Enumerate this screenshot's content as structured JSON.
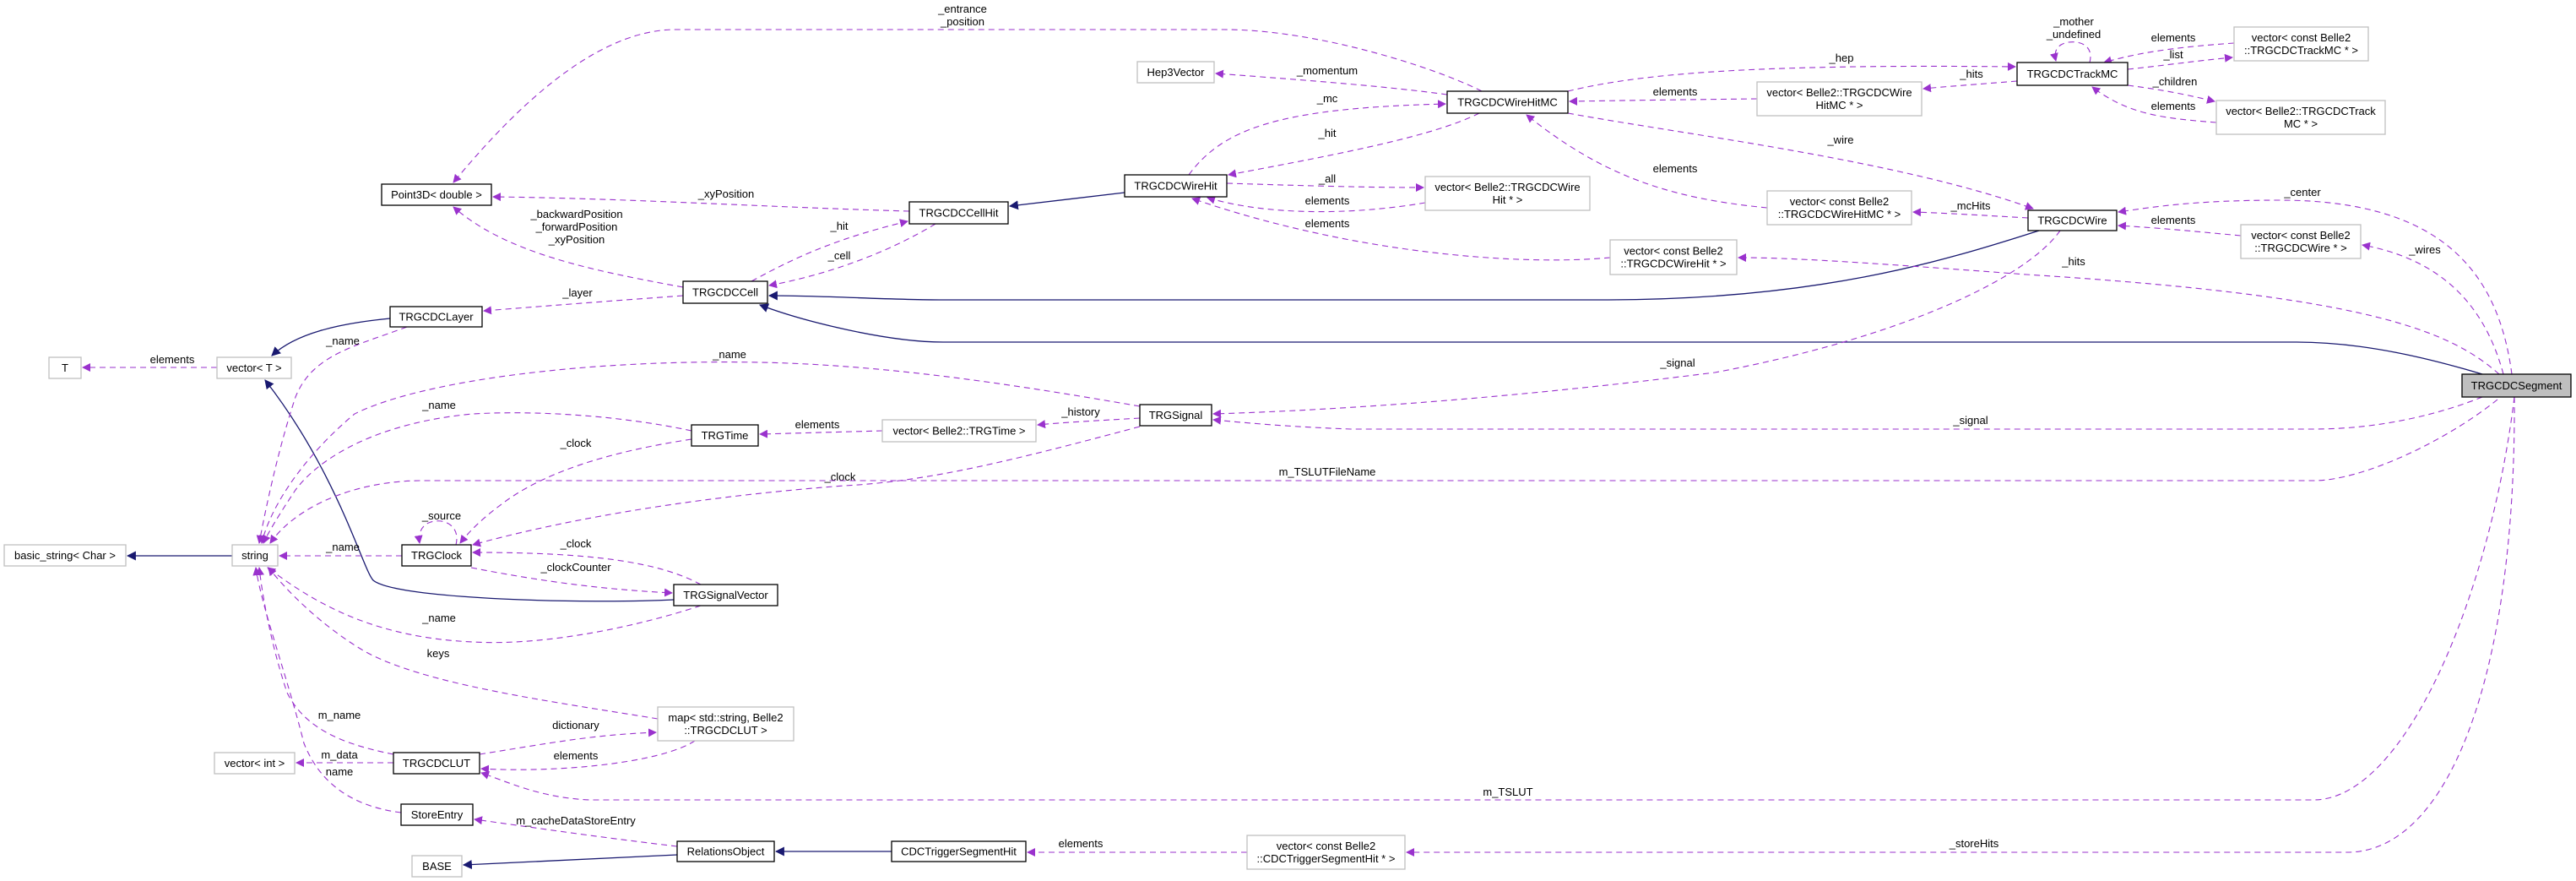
{
  "title": "TRGCDCSegment collaboration diagram",
  "colors": {
    "usage_edge": "#9a32cd",
    "inheritance_edge": "#191970",
    "focus_fill": "#bfbfbf",
    "documented_border": "#000000",
    "undocumented_border": "#bfbfbf"
  },
  "nodes": {
    "segment": {
      "label": [
        "TRGCDCSegment"
      ]
    },
    "point3d": {
      "label": [
        "Point3D< double >"
      ]
    },
    "layer": {
      "label": [
        "TRGCDCLayer"
      ]
    },
    "t": {
      "label": [
        "T"
      ]
    },
    "vectorT": {
      "label": [
        "vector< T >"
      ]
    },
    "cell": {
      "label": [
        "TRGCDCCell"
      ]
    },
    "trgtime": {
      "label": [
        "TRGTime"
      ]
    },
    "basicString": {
      "label": [
        "basic_string< Char >"
      ]
    },
    "string": {
      "label": [
        "string"
      ]
    },
    "clock": {
      "label": [
        "TRGClock"
      ]
    },
    "signalVector": {
      "label": [
        "TRGSignalVector"
      ]
    },
    "lutMap": {
      "label": [
        "map< std::string, Belle2",
        "::TRGCDCLUT >"
      ]
    },
    "vectorInt": {
      "label": [
        "vector< int >"
      ]
    },
    "lut": {
      "label": [
        "TRGCDCLUT"
      ]
    },
    "storeEntry": {
      "label": [
        "StoreEntry"
      ]
    },
    "relations": {
      "label": [
        "RelationsObject"
      ]
    },
    "base": {
      "label": [
        "BASE"
      ]
    },
    "hep3": {
      "label": [
        "Hep3Vector"
      ]
    },
    "wireHitMC": {
      "label": [
        "TRGCDCWireHitMC"
      ]
    },
    "wireHit": {
      "label": [
        "TRGCDCWireHit"
      ]
    },
    "cellHit": {
      "label": [
        "TRGCDCCellHit"
      ]
    },
    "vecWireHit": {
      "label": [
        "vector< Belle2::TRGCDCWire",
        "Hit * >"
      ]
    },
    "vecConstWireHit": {
      "label": [
        "vector< const Belle2",
        "::TRGCDCWireHit * >"
      ]
    },
    "signal": {
      "label": [
        "TRGSignal"
      ]
    },
    "vecTime": {
      "label": [
        "vector< Belle2::TRGTime >"
      ]
    },
    "cdcTSH": {
      "label": [
        "CDCTriggerSegmentHit"
      ]
    },
    "vecCdcTSH": {
      "label": [
        "vector< const Belle2",
        "::CDCTriggerSegmentHit * >"
      ]
    },
    "trackMC": {
      "label": [
        "TRGCDCTrackMC"
      ]
    },
    "vecConstTrackMC": {
      "label": [
        "vector< const Belle2",
        "::TRGCDCTrackMC * >"
      ]
    },
    "vecWireHitMC": {
      "label": [
        "vector< Belle2::TRGCDCWire",
        "HitMC * >"
      ]
    },
    "vecTrackMC": {
      "label": [
        "vector< Belle2::TRGCDCTrack",
        "MC * >"
      ]
    },
    "vecConstWireHitMC": {
      "label": [
        "vector< const Belle2",
        "::TRGCDCWireHitMC * >"
      ]
    },
    "wire": {
      "label": [
        "TRGCDCWire"
      ]
    },
    "vecConstWire": {
      "label": [
        "vector< const Belle2",
        "::TRGCDCWire * >"
      ]
    }
  },
  "edges": [
    {
      "label": [
        "_entrance",
        "_position"
      ]
    },
    {
      "label": [
        "_momentum"
      ]
    },
    {
      "label": [
        "_mc"
      ]
    },
    {
      "label": [
        "_hit"
      ]
    },
    {
      "label": [
        "_all"
      ]
    },
    {
      "label": [
        "elements"
      ]
    },
    {
      "label": [
        "elements"
      ]
    },
    {
      "label": [
        "_xyPosition"
      ]
    },
    {
      "label": [
        "_hit"
      ]
    },
    {
      "label": [
        "_cell"
      ]
    },
    {
      "label": [
        "_backwardPosition",
        "_forwardPosition",
        "_xyPosition"
      ]
    },
    {
      "label": [
        "_layer"
      ]
    },
    {
      "label": [
        "_name"
      ]
    },
    {
      "label": [
        "elements"
      ]
    },
    {
      "label": [
        "_name"
      ]
    },
    {
      "label": [
        "_name"
      ]
    },
    {
      "label": [
        "_clock"
      ]
    },
    {
      "label": [
        "elements"
      ]
    },
    {
      "label": [
        "_history"
      ]
    },
    {
      "label": [
        "_clock"
      ]
    },
    {
      "label": [
        "_signal"
      ]
    },
    {
      "label": [
        "_signal"
      ]
    },
    {
      "label": [
        "m_TSLUTFileName"
      ]
    },
    {
      "label": [
        "_hits"
      ]
    },
    {
      "label": [
        "_wires"
      ]
    },
    {
      "label": [
        "_center"
      ]
    },
    {
      "label": [
        "elements"
      ]
    },
    {
      "label": [
        "_mcHits"
      ]
    },
    {
      "label": [
        "elements"
      ]
    },
    {
      "label": [
        "_wire"
      ]
    },
    {
      "label": [
        "elements"
      ]
    },
    {
      "label": [
        "_hep"
      ]
    },
    {
      "label": [
        "_hits"
      ]
    },
    {
      "label": [
        "_mother",
        "_undefined"
      ]
    },
    {
      "label": [
        "elements"
      ]
    },
    {
      "label": [
        "_list"
      ]
    },
    {
      "label": [
        "_children"
      ]
    },
    {
      "label": [
        "elements"
      ]
    },
    {
      "label": [
        "_source"
      ]
    },
    {
      "label": [
        "_name"
      ]
    },
    {
      "label": [
        "_clockCounter"
      ]
    },
    {
      "label": [
        "_clock"
      ]
    },
    {
      "label": [
        "_name"
      ]
    },
    {
      "label": [
        "keys"
      ]
    },
    {
      "label": [
        "dictionary"
      ]
    },
    {
      "label": [
        "elements"
      ]
    },
    {
      "label": [
        "m_name"
      ]
    },
    {
      "label": [
        "m_data"
      ]
    },
    {
      "label": [
        "name"
      ]
    },
    {
      "label": [
        "m_cacheDataStoreEntry"
      ]
    },
    {
      "label": [
        "m_TSLUT"
      ]
    },
    {
      "label": [
        "_storeHits"
      ]
    },
    {
      "label": [
        "elements"
      ]
    }
  ]
}
